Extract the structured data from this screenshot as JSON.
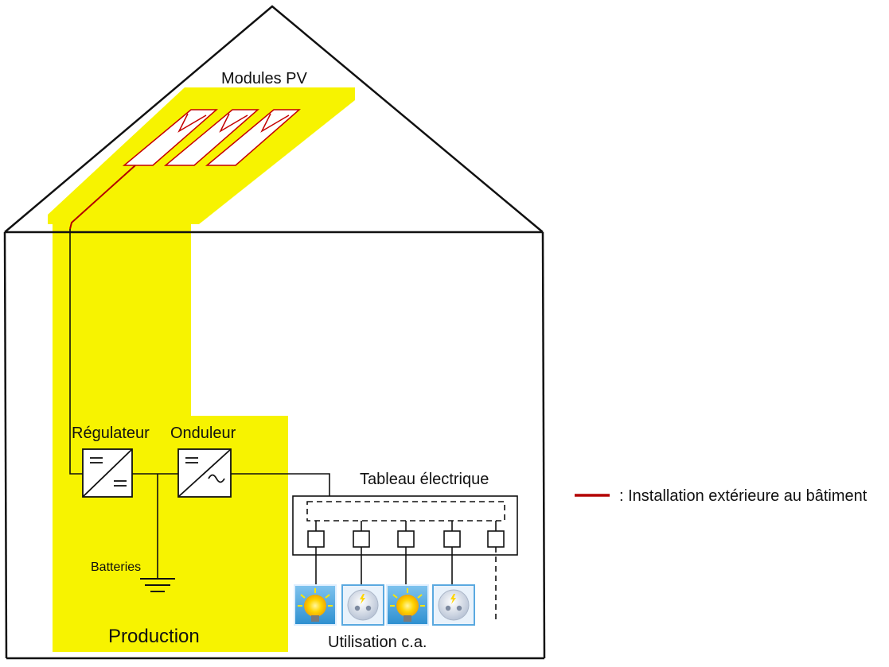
{
  "labels": {
    "modules_pv": "Modules PV",
    "regulateur": "Régulateur",
    "onduleur": "Onduleur",
    "tableau": "Tableau électrique",
    "batteries": "Batteries",
    "production": "Production",
    "utilisation": "Utilisation c.a."
  },
  "legend": {
    "text": ": Installation extérieure au bâtiment"
  },
  "colors": {
    "production_zone": "#f7f300",
    "external_wiring": "#b30000",
    "wiring": "#111111",
    "outline": "#111111"
  },
  "icons": [
    "lightbulb-icon",
    "power-socket-icon",
    "lightbulb-icon",
    "power-socket-icon"
  ]
}
